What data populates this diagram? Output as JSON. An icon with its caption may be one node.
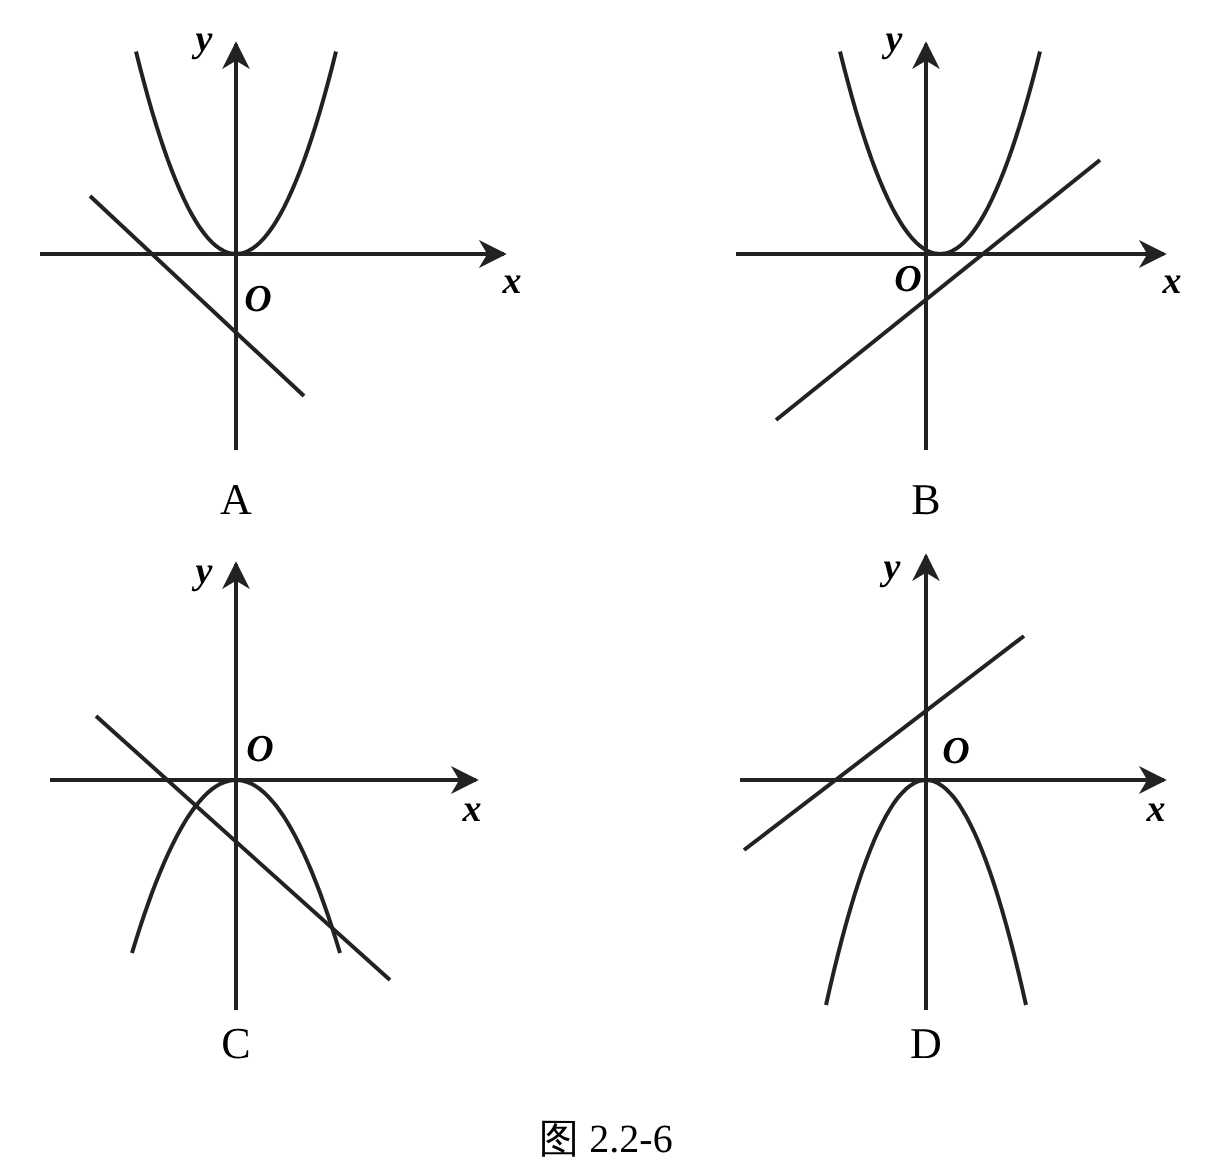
{
  "diagram": {
    "caption": "图 2.2-6",
    "labels": [
      "y",
      "x",
      "O",
      "A",
      "y",
      "x",
      "O",
      "B",
      "y",
      "O",
      "x",
      "C",
      "y",
      "O",
      "x",
      "D"
    ]
  }
}
